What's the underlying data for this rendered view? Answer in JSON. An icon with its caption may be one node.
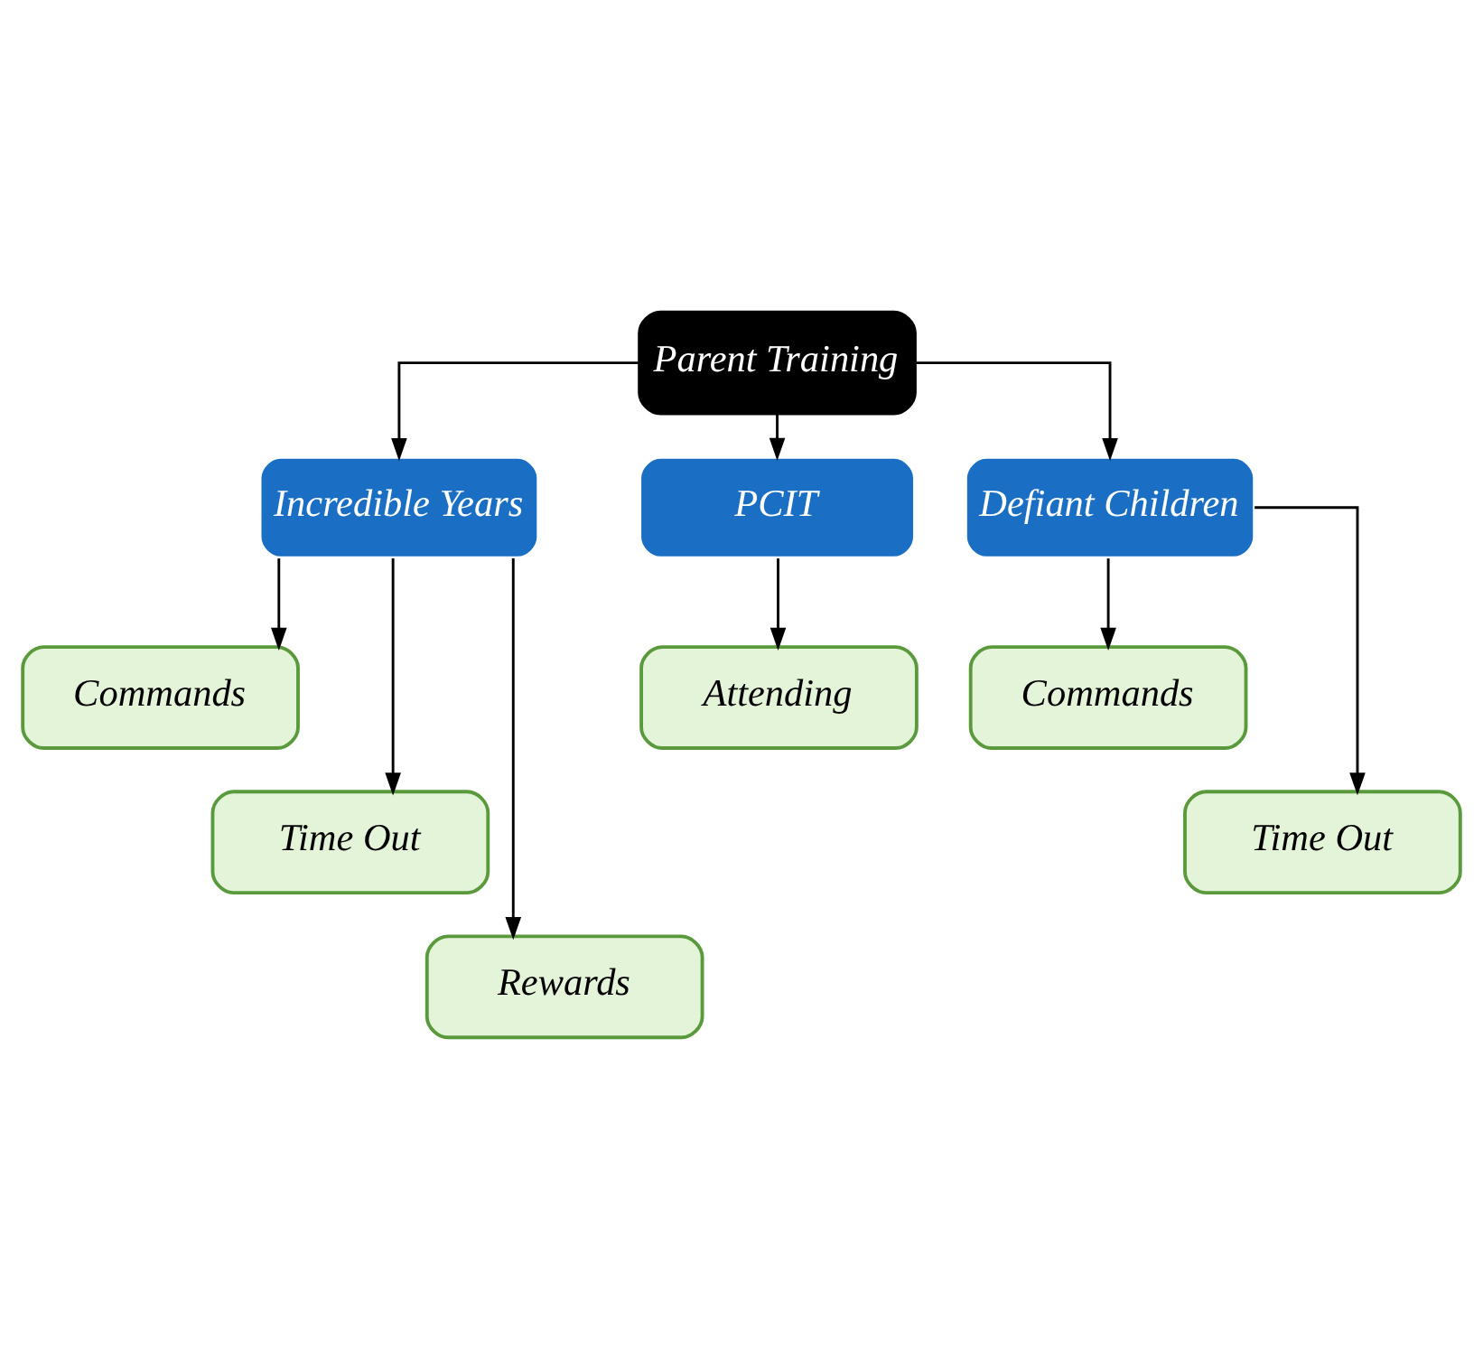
{
  "diagram": {
    "nodes": [
      {
        "text": [
          "Parent Training"
        ]
      },
      {
        "text": [
          "Incredible Years"
        ]
      },
      {
        "text": [
          "PCIT"
        ]
      },
      {
        "text": [
          "Defiant Children"
        ]
      },
      {
        "text": [
          "Commands"
        ]
      },
      {
        "text": [
          "Attending"
        ]
      },
      {
        "text": [
          "Commands"
        ]
      },
      {
        "text": [
          "Time Out"
        ]
      },
      {
        "text": [
          "Time Out"
        ]
      },
      {
        "text": [
          "Rewards"
        ]
      }
    ],
    "edges": [
      {
        "from": 0,
        "to": 1,
        "arrow": "to"
      },
      {
        "from": 0,
        "to": 2,
        "arrow": "to"
      },
      {
        "from": 0,
        "to": 3,
        "arrow": "to"
      },
      {
        "from": 1,
        "to": 4,
        "arrow": "to"
      },
      {
        "from": 1,
        "to": 7,
        "arrow": "to"
      },
      {
        "from": 1,
        "to": 9,
        "arrow": "to"
      },
      {
        "from": 2,
        "to": 5,
        "arrow": "to"
      },
      {
        "from": 3,
        "to": 6,
        "arrow": "to"
      },
      {
        "from": 3,
        "to": 8,
        "arrow": "to"
      }
    ]
  }
}
